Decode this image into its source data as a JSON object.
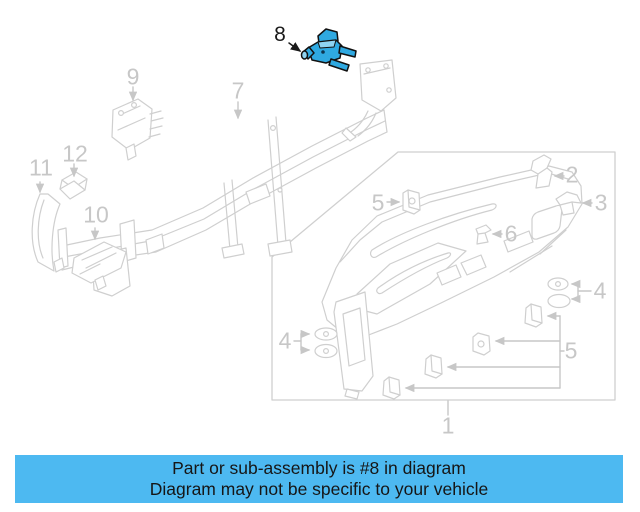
{
  "diagram": {
    "description": "Instrument panel parts diagram",
    "highlighted_callout": "8",
    "highlight_color": "#2fa9e1",
    "line_color": "#cfcfcf",
    "label_color": "#c7c7c7",
    "callouts": [
      {
        "id": "callout-8",
        "label": "8"
      },
      {
        "id": "callout-9",
        "label": "9"
      },
      {
        "id": "callout-7",
        "label": "7"
      },
      {
        "id": "callout-12",
        "label": "12"
      },
      {
        "id": "callout-11",
        "label": "11"
      },
      {
        "id": "callout-10",
        "label": "10"
      },
      {
        "id": "callout-5-top",
        "label": "5"
      },
      {
        "id": "callout-2",
        "label": "2"
      },
      {
        "id": "callout-3",
        "label": "3"
      },
      {
        "id": "callout-6",
        "label": "6"
      },
      {
        "id": "callout-4-right",
        "label": "4"
      },
      {
        "id": "callout-4-left",
        "label": "4"
      },
      {
        "id": "callout-5-right",
        "label": "5"
      },
      {
        "id": "callout-1",
        "label": "1"
      }
    ]
  },
  "banner": {
    "background": "#4db9f1",
    "text_color": "#161616",
    "line1": "Part or sub-assembly is #8 in diagram",
    "line2": "Diagram may not be specific to your vehicle"
  }
}
